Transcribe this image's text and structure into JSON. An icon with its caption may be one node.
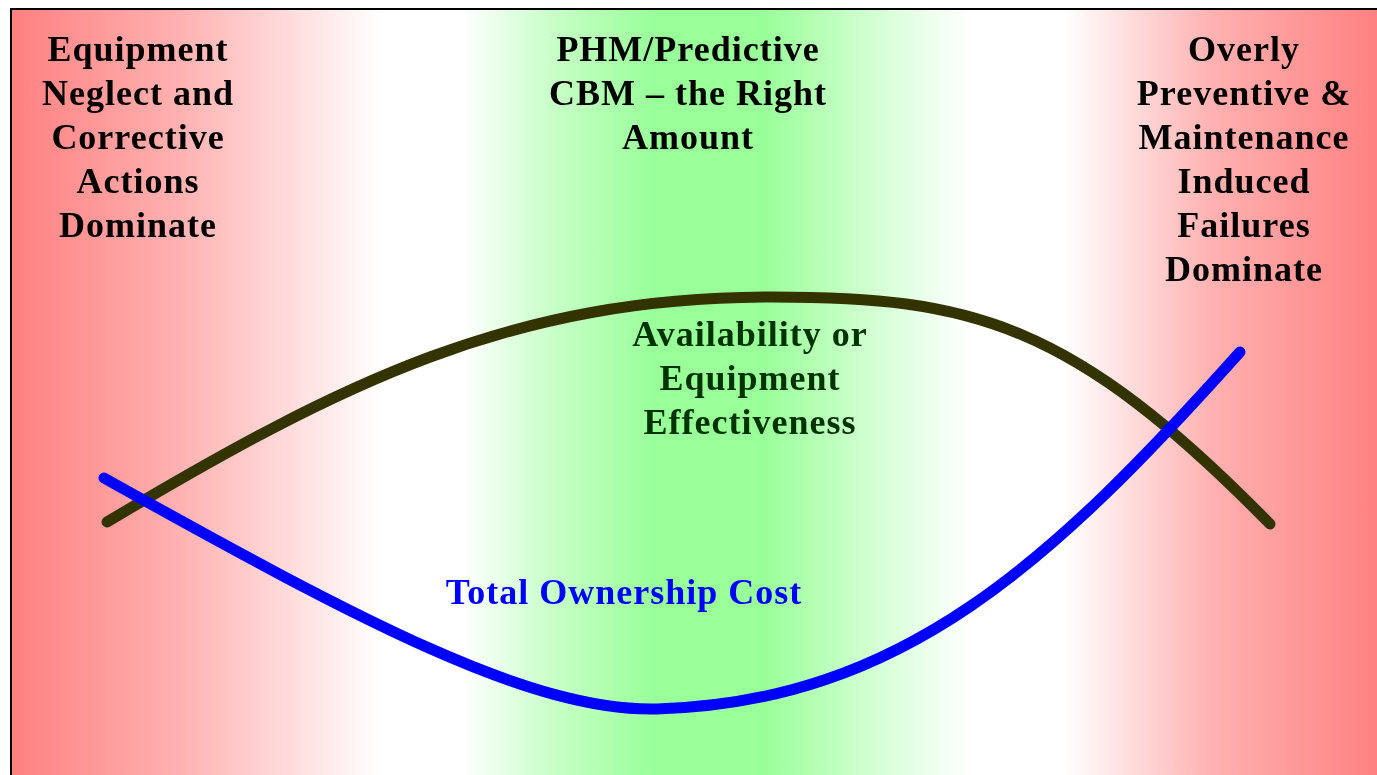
{
  "diagram": {
    "labels": [
      "Equipment Neglect and Corrective Actions Dominate",
      "PHM/Predictive CBM – the Right Amount",
      "Overly Preventive & Maintenance Induced Failures Dominate",
      "Availability or Equipment Effectiveness",
      "Total Ownership Cost"
    ]
  }
}
